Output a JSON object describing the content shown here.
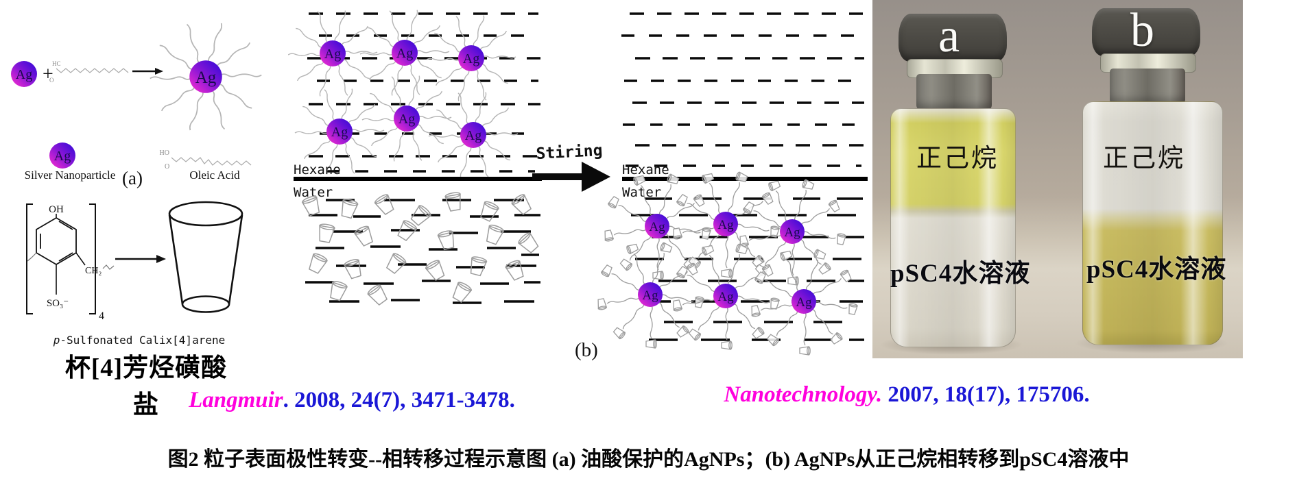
{
  "scheme_a": {
    "ag": "Ag",
    "plus": "+",
    "hc": "HC",
    "ho": "HO",
    "o": "O",
    "silver_nanoparticle": "Silver Nanoparticle",
    "panel_label": "(a)",
    "oleic_acid": "Oleic Acid",
    "oh": "OH",
    "ch2": "CH₂",
    "so3": "SO₃⁻",
    "bracket_subscript": "4",
    "calixarene_name_prefix": "p",
    "calixarene_name_rest": "-Sulfonated Calix[4]arene",
    "calixarene_name_cn": "杯[4]芳烃磺酸盐"
  },
  "scheme_b": {
    "ag": "Ag",
    "hexane": "Hexane",
    "water": "Water",
    "stirring": "Stiring",
    "panel_label": "(b)"
  },
  "photo": {
    "vial_a": {
      "letter": "a",
      "upper_phase": "正己烷",
      "lower_phase": "pSC4水溶液"
    },
    "vial_b": {
      "letter": "b",
      "upper_phase": "正己烷",
      "lower_phase": "pSC4水溶液"
    }
  },
  "citations": [
    {
      "journal": "Langmuir",
      "details": ". 2008, 24(7), 3471-3478."
    },
    {
      "journal": "Nanotechnology.",
      "details": " 2007, 18(17), 175706."
    }
  ],
  "caption": "图2 粒子表面极性转变--相转移过程示意图 (a) 油酸保护的AgNPs；(b) AgNPs从正己烷相转移到pSC4溶液中",
  "colors": {
    "journal_name": "#ff00dd",
    "citation_text": "#1a17d6",
    "np_pink": "#ff2fd0",
    "np_blue": "#2d08d8"
  }
}
